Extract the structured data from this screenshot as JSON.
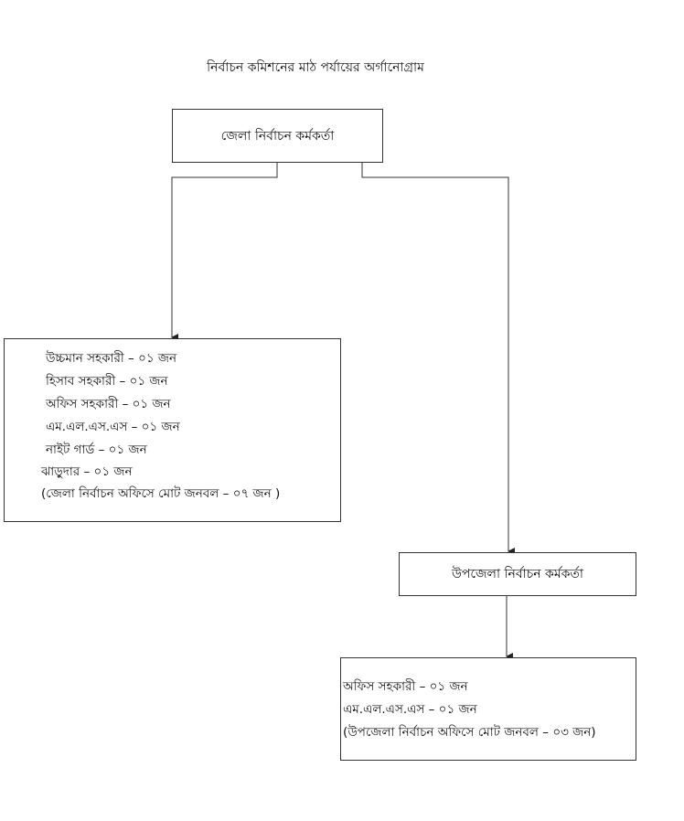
{
  "title": "নির্বাচন কমিশনের মাঠ পর্যায়ের অর্গানোগ্রাম",
  "district_officer": "জেলা নির্বাচন কর্মকর্তা",
  "district_staff": [
    "উচ্চমান সহকারী – ০১ জন",
    "হিসাব সহকারী – ০১ জন",
    "অফিস সহকারী – ০১ জন",
    "এম.এল.এস.এস – ০১ জন",
    "নাইট গার্ড – ০১ জন",
    "ঝাড়ুদার – ০১ জন",
    "(জেলা নির্বাচন অফিসে মোট জনবল – ০৭ জন )"
  ],
  "upazila_officer": "উপজেলা নির্বাচন কর্মকর্তা",
  "upazila_staff": [
    "অফিস সহকারী – ০১ জন",
    "এম.এল.এস.এস – ০১ জন",
    "(উপজেলা নির্বাচন অফিসে মোট জনবল – ০৩ জন)"
  ]
}
